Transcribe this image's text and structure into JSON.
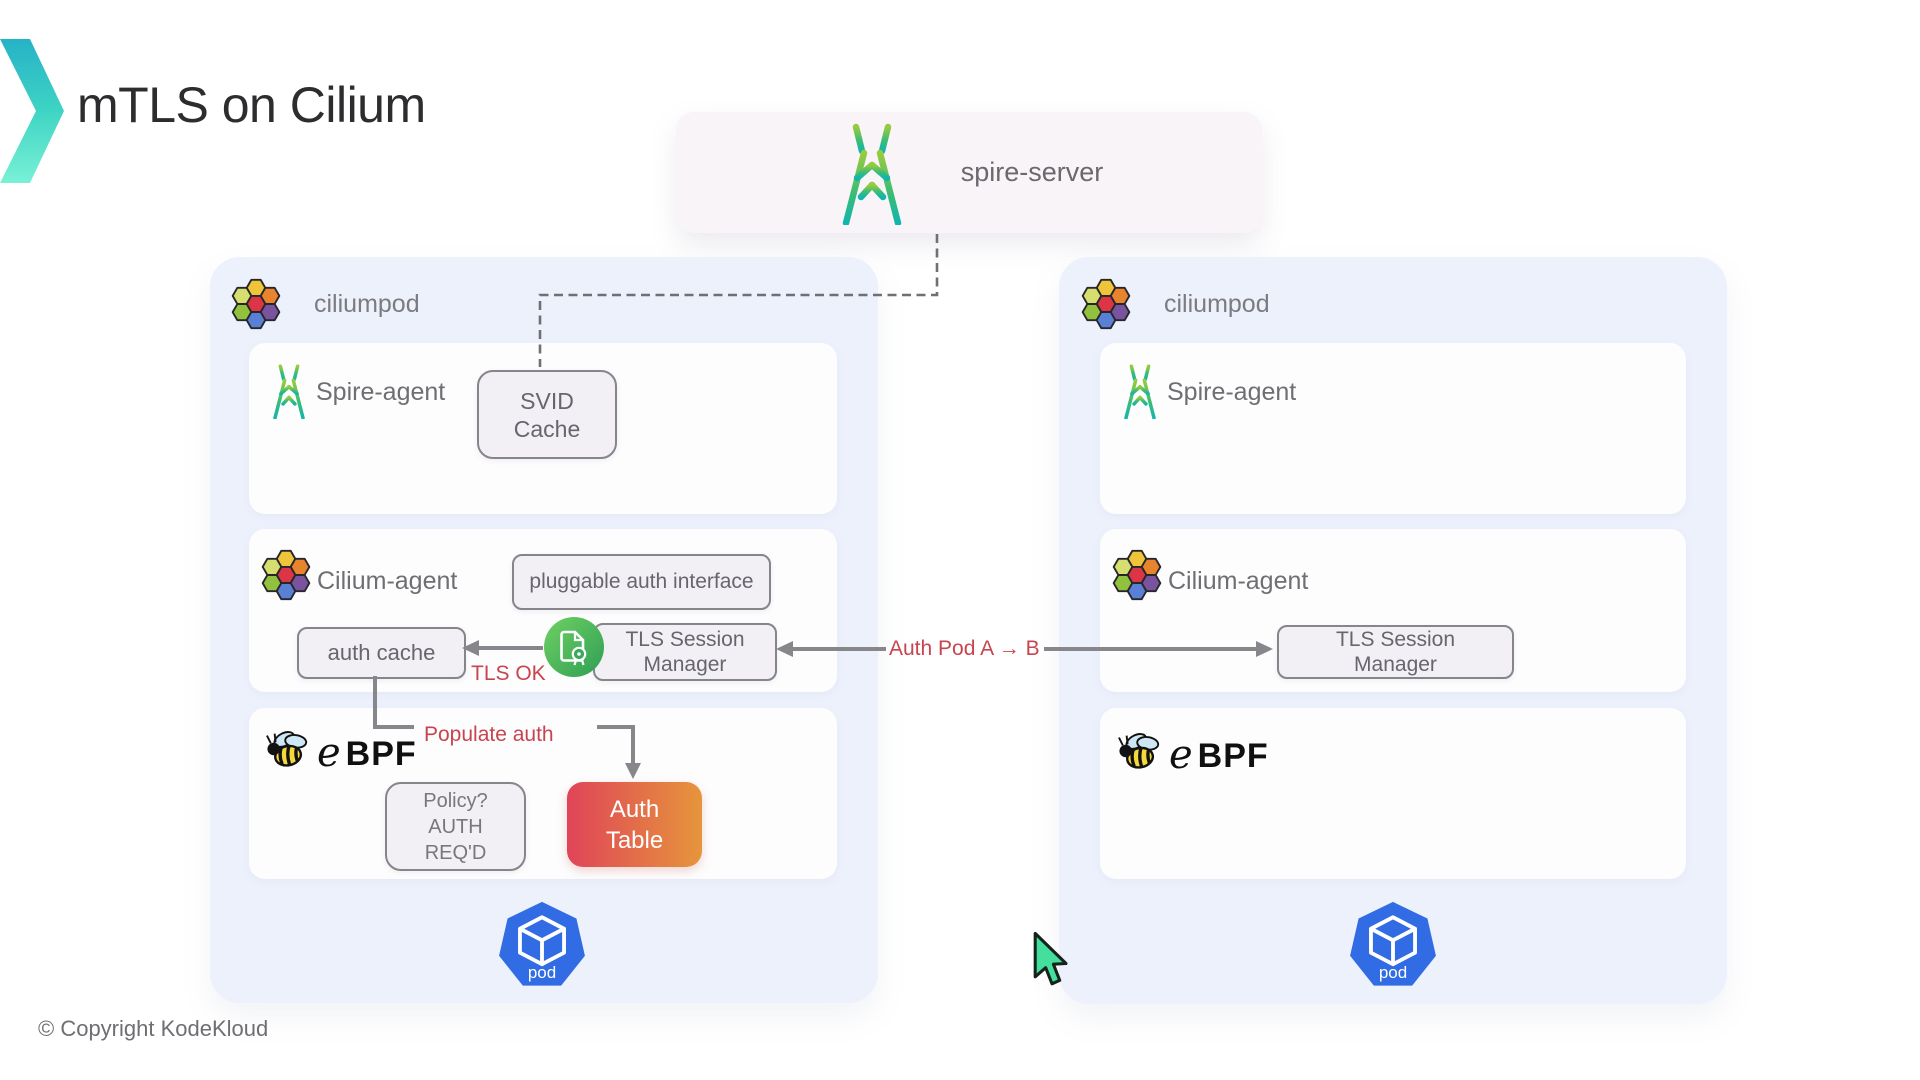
{
  "title": "mTLS on Cilium",
  "spire_server": {
    "label": "spire-server"
  },
  "pod_a": {
    "header": "ciliumpod",
    "spire_agent_label": "Spire-agent",
    "svid_cache": [
      "SVID",
      "Cache"
    ],
    "cilium_agent_label": "Cilium-agent",
    "pluggable_auth_label": "pluggable auth interface",
    "auth_cache_label": "auth cache",
    "tls_session_manager": [
      "TLS Session",
      "Manager"
    ],
    "ebpf": [
      "e",
      "BPF"
    ],
    "policy_box": [
      "Policy?",
      "AUTH",
      "REQ'D"
    ],
    "auth_table": [
      "Auth",
      "Table"
    ],
    "pod_label": "pod"
  },
  "pod_b": {
    "header": "ciliumpod",
    "spire_agent_label": "Spire-agent",
    "cilium_agent_label": "Cilium-agent",
    "tls_session_manager": [
      "TLS Session",
      "Manager"
    ],
    "ebpf": [
      "e",
      "BPF"
    ],
    "pod_label": "pod"
  },
  "annotations": {
    "tls_ok": "TLS OK",
    "populate_auth": "Populate auth",
    "auth_pod_ab": "Auth Pod A → B"
  },
  "footer": {
    "copyright": "© Copyright KodeKloud"
  },
  "icons": {
    "brand": "kodekloud-chevron-icon",
    "spire": "spire-tower-icon",
    "cilium": "cilium-hexagons-icon",
    "ebpf": "bee-icon",
    "certificate": "tls-certificate-icon",
    "pod": "kubernetes-pod-icon",
    "cursor": "cursor-pointer-icon"
  },
  "colors": {
    "panel_bg": "#edf1fc",
    "annotation_red": "#c8444e",
    "arrow_gray": "#87878b",
    "auth_table_gradient": [
      "#e04458",
      "#e6953c"
    ],
    "kubernetes_blue": "#326ce5",
    "brand_teal": [
      "#26b2c6",
      "#79f1d6"
    ]
  }
}
